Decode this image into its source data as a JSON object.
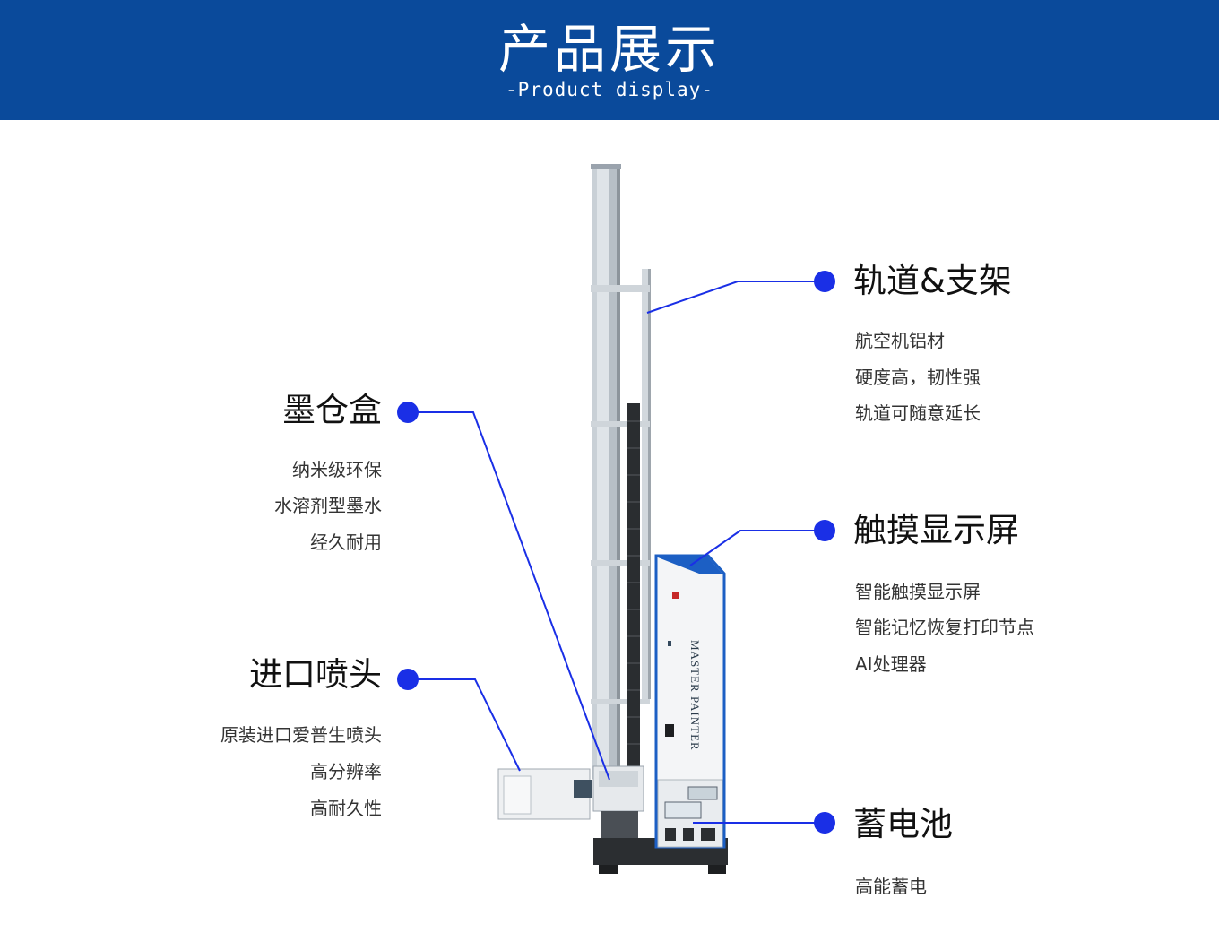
{
  "header": {
    "title": "产品展示",
    "subtitle": "-Product display-",
    "background_color": "#0a4a9b"
  },
  "accent_color": "#1a2fe6",
  "product": {
    "brand_label": "MASTER  PAINTER"
  },
  "features": {
    "rail": {
      "title": "轨道&支架",
      "items": [
        "航空机铝材",
        "硬度高，韧性强",
        "轨道可随意延长"
      ]
    },
    "touchscreen": {
      "title": "触摸显示屏",
      "items": [
        "智能触摸显示屏",
        "智能记忆恢复打印节点",
        "AI处理器"
      ]
    },
    "battery": {
      "title": "蓄电池",
      "items": [
        "高能蓄电"
      ]
    },
    "ink_box": {
      "title": "墨仓盒",
      "items": [
        "纳米级环保",
        "水溶剂型墨水",
        "经久耐用"
      ]
    },
    "nozzle": {
      "title": "进口喷头",
      "items": [
        "原装进口爱普生喷头",
        "高分辨率",
        "高耐久性"
      ]
    }
  }
}
